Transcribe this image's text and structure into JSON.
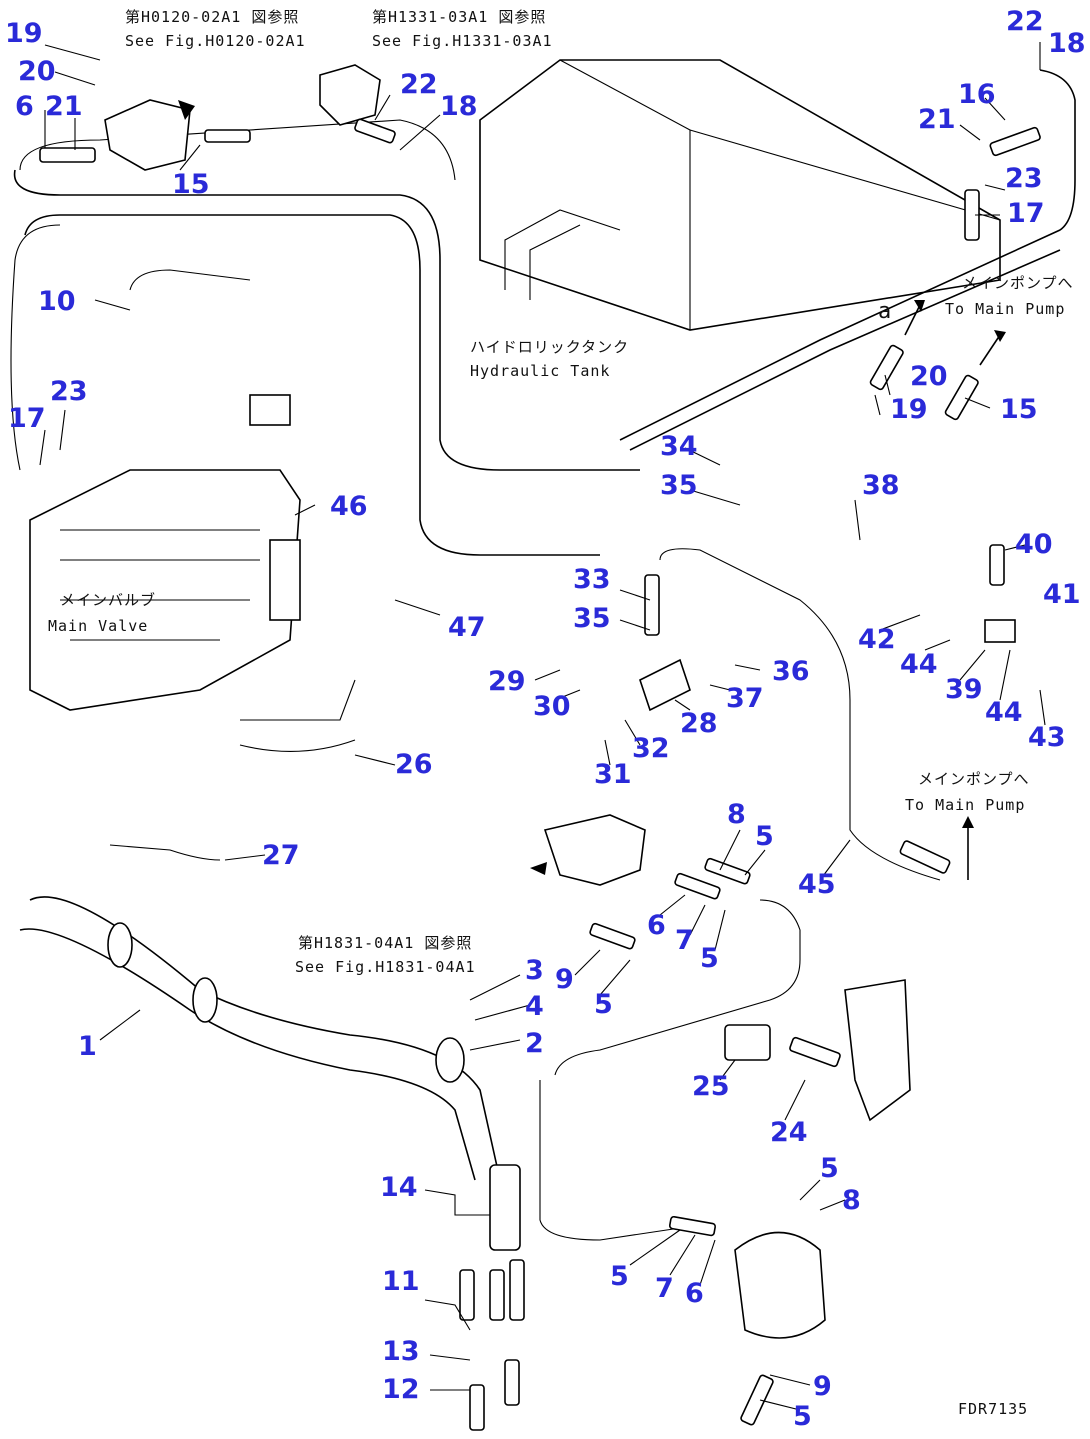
{
  "figure_code": "FDR7135",
  "notes": {
    "ref_valve_jp": "第H0120-02A1 図参照",
    "ref_valve_en": "See Fig.H0120-02A1",
    "ref_tank_jp": "第H1331-03A1 図参照",
    "ref_tank_en": "See Fig.H1331-03A1",
    "tank_jp": "ハイドロリックタンク",
    "tank_en": "Hydraulic Tank",
    "pump1_jp": "メインポンプへ",
    "pump1_en": "To Main Pump",
    "pump2_jp": "メインポンプへ",
    "pump2_en": "To Main Pump",
    "mainvalve_jp": "メインバルブ",
    "mainvalve_en": "Main Valve",
    "ref_ppc_jp": "第H1831-04A1 図参照",
    "ref_ppc_en": "See Fig.H1831-04A1",
    "mark_a": "a"
  },
  "callouts": [
    "19",
    "20",
    "6",
    "21",
    "15",
    "22",
    "18",
    "22",
    "18",
    "16",
    "21",
    "23",
    "17",
    "10",
    "17",
    "23",
    "20",
    "19",
    "15",
    "34",
    "35",
    "38",
    "40",
    "41",
    "46",
    "33",
    "35",
    "47",
    "29",
    "30",
    "36",
    "37",
    "28",
    "42",
    "44",
    "39",
    "44",
    "43",
    "32",
    "31",
    "26",
    "27",
    "8",
    "5",
    "45",
    "6",
    "7",
    "5",
    "1",
    "3",
    "4",
    "2",
    "9",
    "5",
    "25",
    "24",
    "14",
    "11",
    "13",
    "12",
    "5",
    "8",
    "5",
    "7",
    "6",
    "9",
    "5"
  ]
}
